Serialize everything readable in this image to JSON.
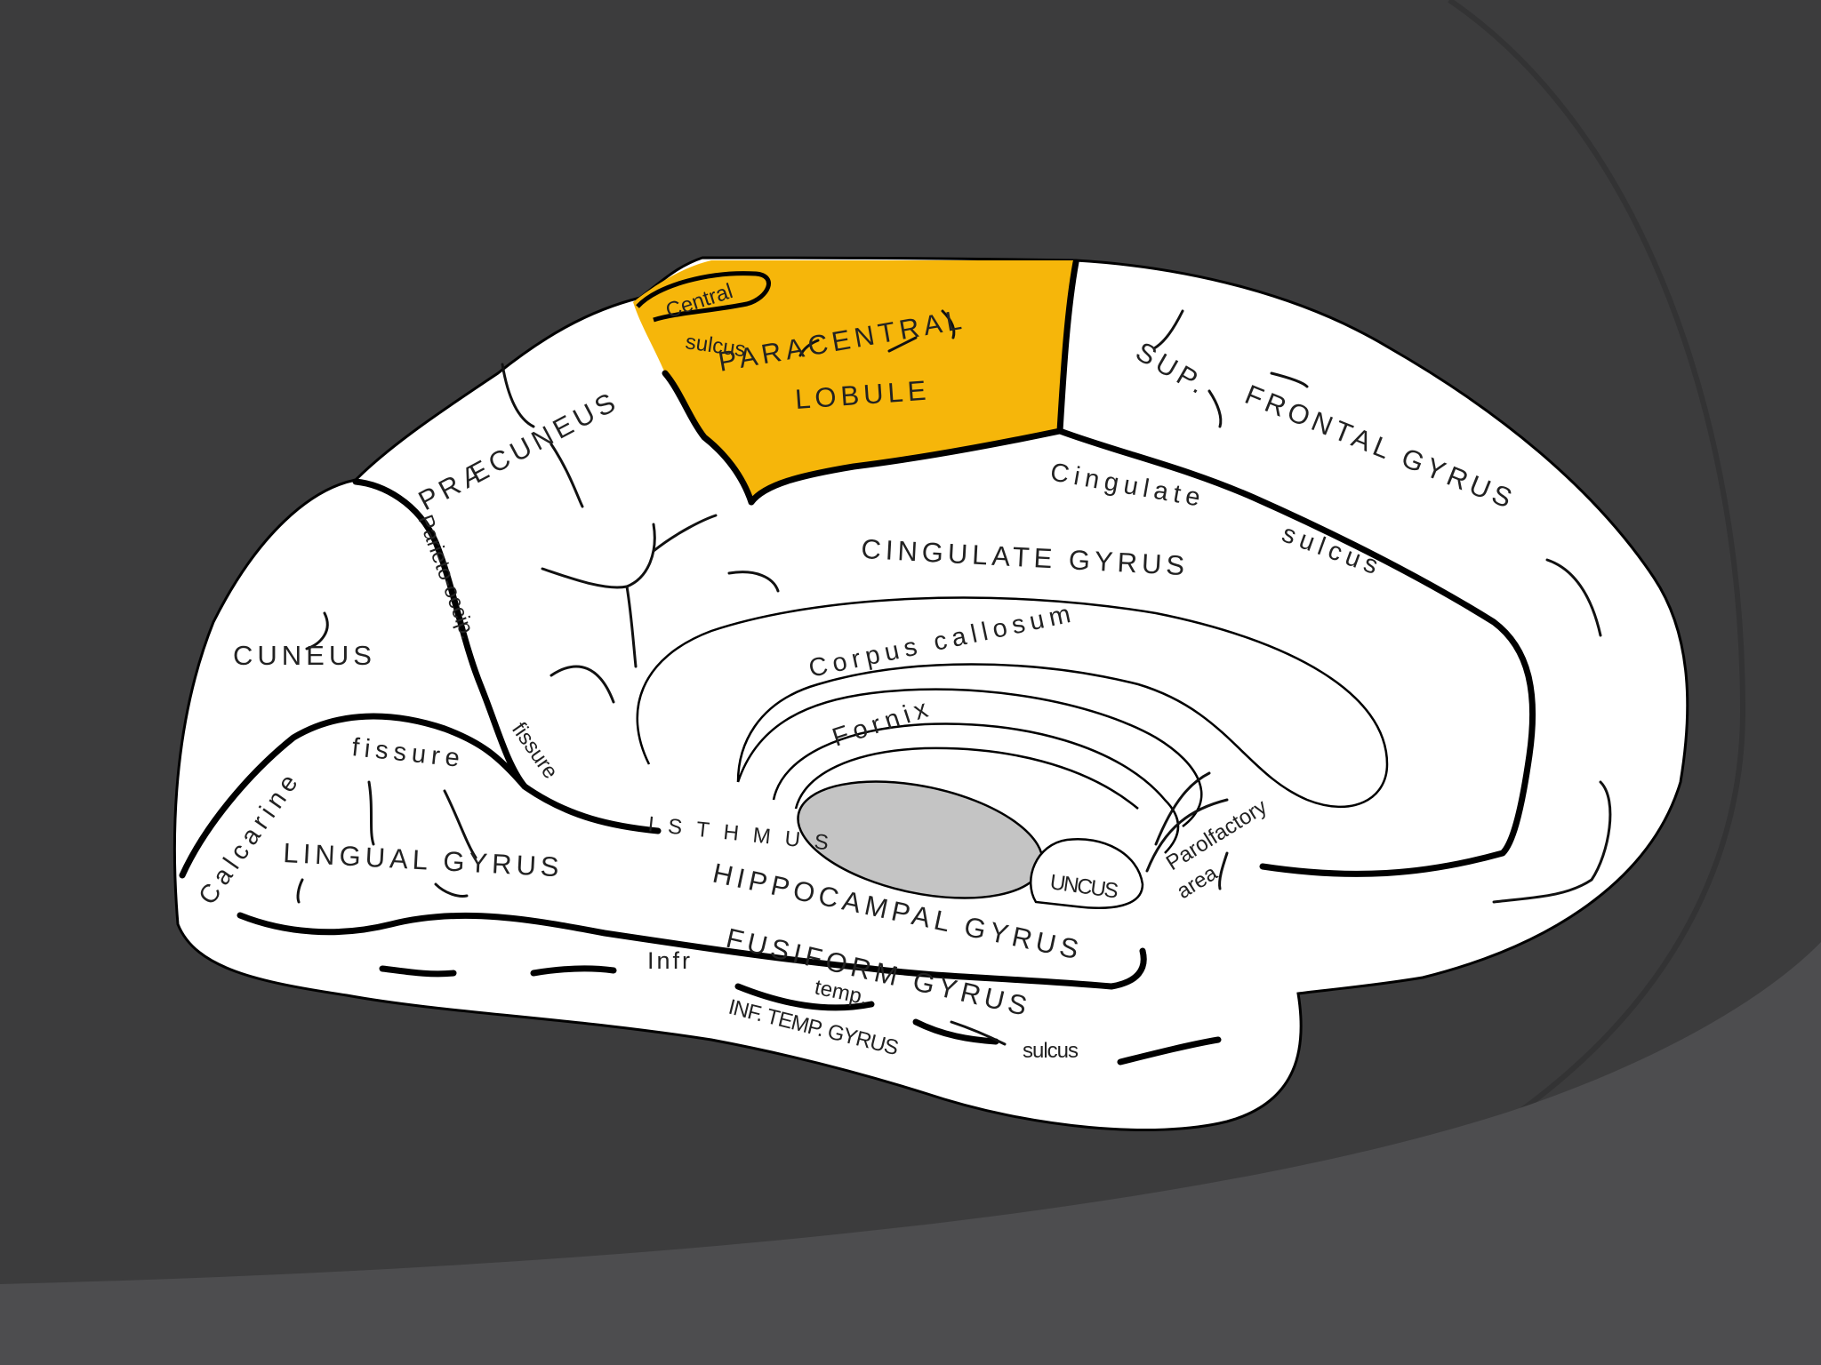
{
  "diagram": {
    "highlight_region": "paracentral-lobule",
    "colors": {
      "background": "#3c3c3d",
      "background_band": "#4d4d4f",
      "brain_fill": "#ffffff",
      "outline": "#000000",
      "highlight": "#f6b60a",
      "thalamus_fill": "#c4c4c4",
      "label": "#222222"
    },
    "labels": {
      "central_sulcus_1": "Central",
      "central_sulcus_2": "sulcus",
      "paracentral_1": "PARACENTRAL",
      "paracentral_2": "LOBULE",
      "praecuneus": "PRÆCUNEUS",
      "sup": "SUP.",
      "frontal_gyrus": "FRONTAL   GYRUS",
      "cingulate_sulcus_1": "Cingulate",
      "cingulate_sulcus_2": "sulcus",
      "cingulate_gyrus": "CINGULATE GYRUS",
      "parieto_occip": "Parieto-occip.",
      "fissure_parieto": "fissure",
      "cuneus": "CUNEUS",
      "corpus_callosum": "Corpus callosum",
      "fornix": "Fornix",
      "calcarine": "Calcarine",
      "fissure_calcarine": "fissure",
      "isthmus": "ISTHMUS",
      "lingual_gyrus": "LINGUAL GYRUS",
      "hippocampal_gyrus": "HIPPOCAMPAL GYRUS",
      "uncus": "UNCUS",
      "parolfactory_1": "Parolfactory",
      "parolfactory_2": "area",
      "fusiform_gyrus": "FUSIFORM  GYRUS",
      "infr": "Infr",
      "temp": "temp.",
      "inf_temp_gyrus": "INF. TEMP. GYRUS",
      "sulcus_bottom": "sulcus"
    }
  }
}
